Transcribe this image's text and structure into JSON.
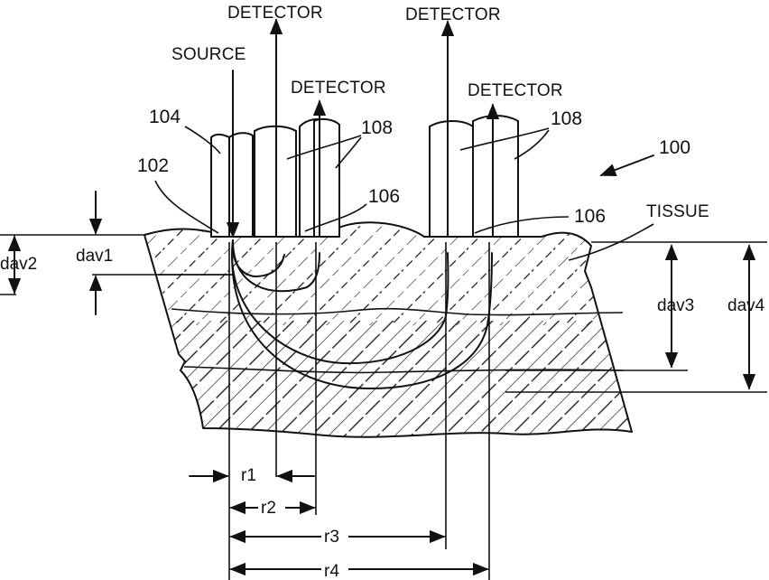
{
  "labels": {
    "source": "SOURCE",
    "detector": "DETECTOR",
    "tissue": "TISSUE"
  },
  "refs": {
    "system": "100",
    "source_tip": "102",
    "source_fiber": "104",
    "detector_tip": "106",
    "detector_fiber": "108"
  },
  "dimensions": {
    "dav1": "dav1",
    "dav2": "dav2",
    "dav3": "dav3",
    "dav4": "dav4",
    "r1": "r1",
    "r2": "r2",
    "r3": "r3",
    "r4": "r4"
  }
}
